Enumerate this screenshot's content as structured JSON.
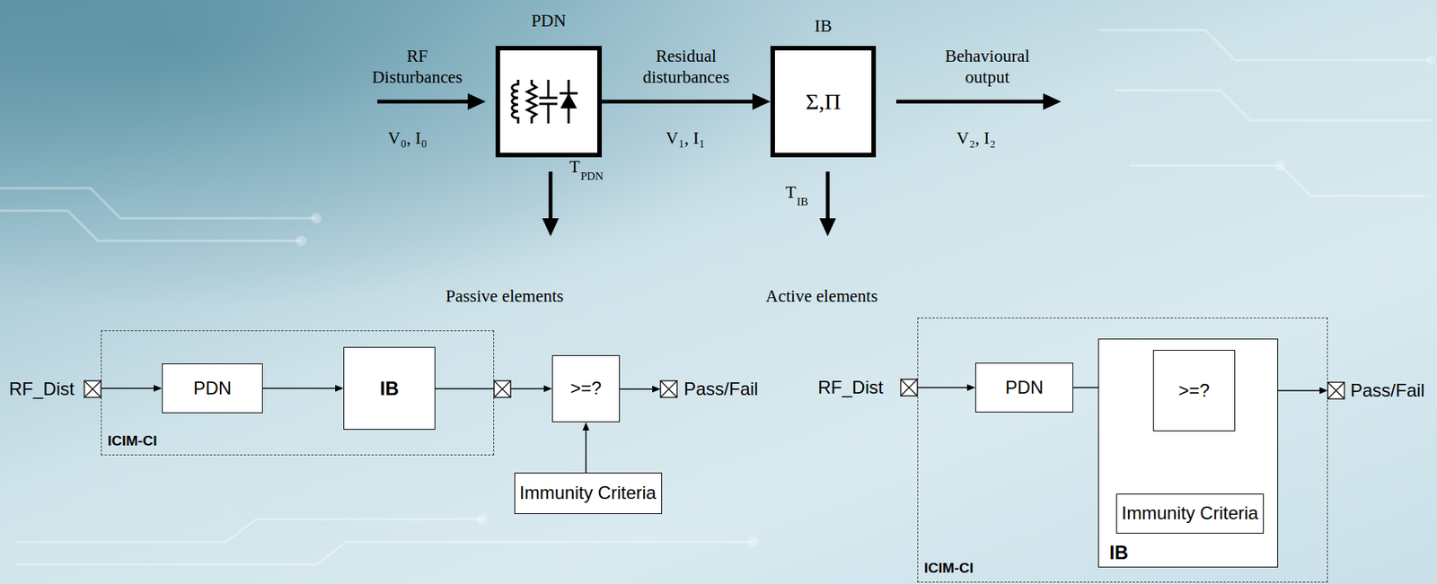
{
  "diagram": {
    "nodes": [
      {
        "text": [
          "PDN"
        ]
      },
      {
        "text": [
          "IB",
          "Σ,Π"
        ]
      },
      {
        "text": [
          "ICIM-CI"
        ]
      },
      {
        "text": [
          "PDN"
        ],
        "in": 2
      },
      {
        "text": [
          "IB"
        ],
        "in": 2
      },
      {
        "text": [
          ">=?"
        ]
      },
      {
        "text": [
          "Immunity Criteria"
        ]
      },
      {
        "text": [
          "ICIM-CI"
        ]
      },
      {
        "text": [
          "PDN"
        ],
        "in": 7
      },
      {
        "text": [
          "IB"
        ],
        "in": 7
      },
      {
        "text": [
          ">=?"
        ],
        "in": 9
      },
      {
        "text": [
          "Immunity Criteria"
        ],
        "in": 9
      }
    ],
    "edges": [
      {
        "from": 0,
        "to": 1,
        "label": "Residual disturbances",
        "arrow": "to"
      },
      {
        "from": 3,
        "to": 4,
        "arrow": "to"
      },
      {
        "from": 4,
        "to": 5,
        "arrow": "to"
      },
      {
        "from": 6,
        "to": 5,
        "arrow": "to"
      },
      {
        "from": 8,
        "to": 10,
        "arrow": "to"
      },
      {
        "from": 11,
        "to": 10,
        "arrow": "to"
      }
    ],
    "labels": [
      "RF Disturbances",
      "V₀, I₀",
      "V₁, I₁",
      "Behavioural output",
      "V₂, I₂",
      "T",
      "PDN",
      "T",
      "IB",
      "Passive elements",
      "Active elements",
      "RF_Dist",
      "Pass/Fail",
      "RF_Dist",
      "Pass/Fail"
    ]
  }
}
